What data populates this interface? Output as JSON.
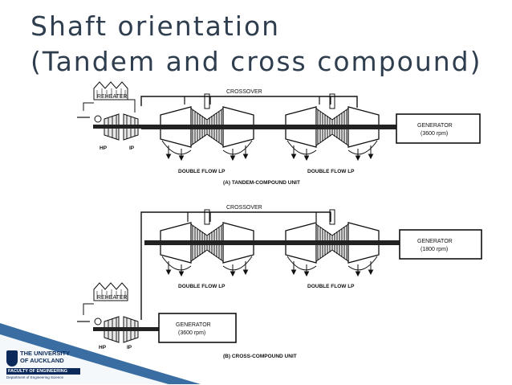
{
  "slide": {
    "title_line1": "Shaft orientation",
    "title_line2": "(Tandem and cross compound)"
  },
  "tandem": {
    "reheater": "REHEATER",
    "crossover": "CROSSOVER",
    "hp": "HP",
    "ip": "IP",
    "lp_left": "DOUBLE FLOW LP",
    "lp_right": "DOUBLE FLOW LP",
    "generator": "GENERATOR",
    "generator_speed": "(3600 rpm)",
    "caption": "(A)   TANDEM-COMPOUND UNIT"
  },
  "cross": {
    "crossover": "CROSSOVER",
    "lp_left": "DOUBLE FLOW LP",
    "lp_right": "DOUBLE FLOW LP",
    "generator_top": "GENERATOR",
    "generator_top_speed": "(1800 rpm)",
    "reheater": "REHEATER",
    "hp": "HP",
    "ip": "IP",
    "generator_bottom": "GENERATOR",
    "generator_bottom_speed": "(3600 rpm)",
    "caption": "(B)   CROSS-COMPOUND UNIT"
  },
  "logo": {
    "line1": "THE UNIVERSITY",
    "line2": "OF AUCKLAND",
    "faculty": "FACULTY OF ENGINEERING",
    "department": "Department of Engineering Science"
  },
  "colors": {
    "title": "#2f3e4e",
    "accent_blue": "#1f5a96",
    "logo_navy": "#0b2a5b"
  }
}
